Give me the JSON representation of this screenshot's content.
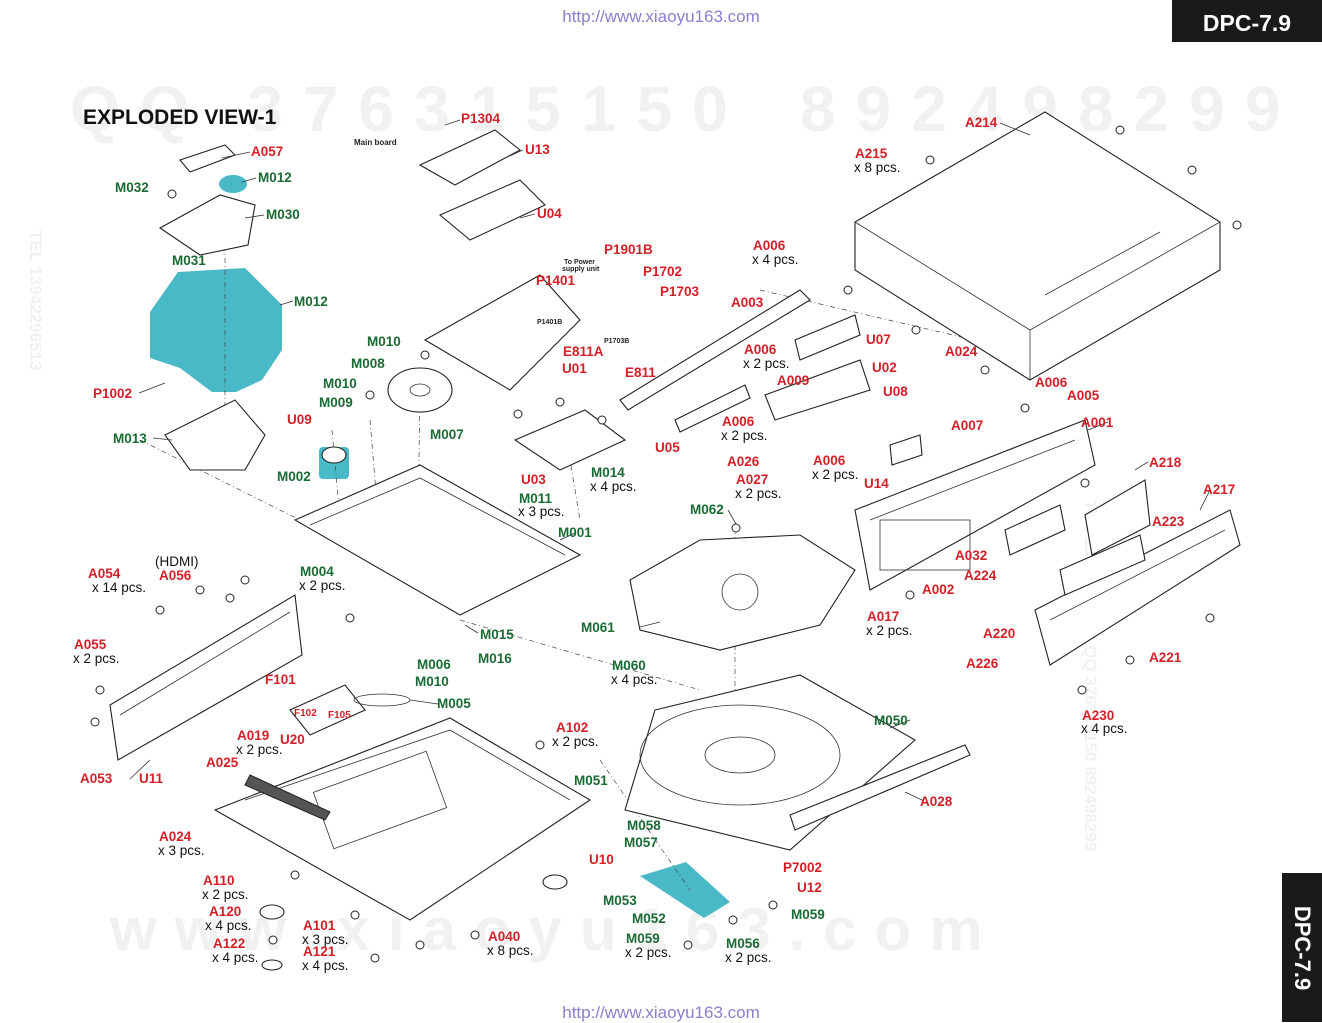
{
  "header": {
    "url_top": "http://www.xiaoyu163.com",
    "url_bottom": "http://www.xiaoyu163.com",
    "model_badge": "DPC-7.9",
    "model_badge_side": "DPC-7.9"
  },
  "title": "EXPLODED VIEW-1",
  "notes": {
    "main_board": "Main board",
    "to_power": "To Power",
    "supply_unit": "supply unit",
    "p1401b": "P1401B",
    "p1703b": "P1703B",
    "hdmi": "(HDMI)"
  },
  "labels": {
    "A057": "A057",
    "M012a": "M012",
    "M032": "M032",
    "M030": "M030",
    "M031": "M031",
    "M012b": "M012",
    "P1002": "P1002",
    "M013": "M013",
    "P1304": "P1304",
    "U13": "U13",
    "U04": "U04",
    "P1901B": "P1901B",
    "P1702": "P1702",
    "P1703": "P1703",
    "P1401": "P1401",
    "E811A": "E811A",
    "E811": "E811",
    "U01": "U01",
    "M010a": "M010",
    "M008": "M008",
    "M010b": "M010",
    "M009": "M009",
    "U09": "U09",
    "M007": "M007",
    "M002": "M002",
    "U03": "U03",
    "M014": "M014",
    "M011": "M011",
    "M001": "M001",
    "A006a": "A006",
    "A003": "A003",
    "A006b": "A006",
    "A009": "A009",
    "U07": "U07",
    "U02": "U02",
    "U08": "U08",
    "A006c": "A006",
    "U05": "U05",
    "A026": "A026",
    "A027": "A027",
    "A006d": "A006",
    "U14": "U14",
    "A214": "A214",
    "A215": "A215",
    "A024a": "A024",
    "A006e": "A006",
    "A005": "A005",
    "A007": "A007",
    "A001": "A001",
    "A218": "A218",
    "A217": "A217",
    "A223": "A223",
    "A032": "A032",
    "A224": "A224",
    "A002": "A002",
    "A017": "A017",
    "A220": "A220",
    "A226": "A226",
    "A221": "A221",
    "A230": "A230",
    "M062": "M062",
    "M061": "M061",
    "M060": "M060",
    "M050": "M050",
    "A028": "A028",
    "A054": "A054",
    "A056": "A056",
    "A055": "A055",
    "A053": "A053",
    "U11": "U11",
    "A019": "A019",
    "A025": "A025",
    "M004": "M004",
    "M015": "M015",
    "M016": "M016",
    "M006": "M006",
    "M010c": "M010",
    "M005": "M005",
    "F101": "F101",
    "F102": "F102",
    "F105": "F105",
    "U20": "U20",
    "A102": "A102",
    "M051": "M051",
    "M058": "M058",
    "M057": "M057",
    "U10": "U10",
    "P7002": "P7002",
    "U12": "U12",
    "M053": "M053",
    "M052": "M052",
    "M059a": "M059",
    "M059b": "M059",
    "M056": "M056",
    "A024b": "A024",
    "A110": "A110",
    "A120": "A120",
    "A122": "A122",
    "A101": "A101",
    "A121": "A121",
    "A040": "A040"
  },
  "quantities": {
    "A215": "x 8 pcs.",
    "A006a": "x 4 pcs.",
    "A006b": "x 2 pcs.",
    "A006c": "x 2 pcs.",
    "A006d": "x 2 pcs.",
    "A027": "x 2 pcs.",
    "M014": "x 4 pcs.",
    "M011": "x 3 pcs.",
    "A054": "x 14 pcs.",
    "A055": "x 2 pcs.",
    "A019": "x 2 pcs.",
    "M004": "x 2 pcs.",
    "A017": "x 2 pcs.",
    "A230": "x 4 pcs.",
    "M060": "x 4 pcs.",
    "A102": "x 2 pcs.",
    "A024b": "x 3 pcs.",
    "A110": "x 2 pcs.",
    "A120": "x 4 pcs.",
    "A122": "x 4 pcs.",
    "A101": "x 3 pcs.",
    "A121": "x 4 pcs.",
    "A040": "x 8 pcs.",
    "M059b": "x 2 pcs.",
    "M056": "x 2 pcs."
  },
  "watermarks": {
    "qq_left": "QQ 376315150",
    "qq_right": "892498299",
    "bottom": "www.xiaoyu163.com",
    "side_right": "TEL 13942296513 QQ 376315150 892498299",
    "side_left": "TEL 13942296513"
  },
  "colors": {
    "part_red": "#d41f27",
    "part_green": "#1a6b33",
    "highlight": "#4ab9c7",
    "badge": "#1a1a1a"
  }
}
